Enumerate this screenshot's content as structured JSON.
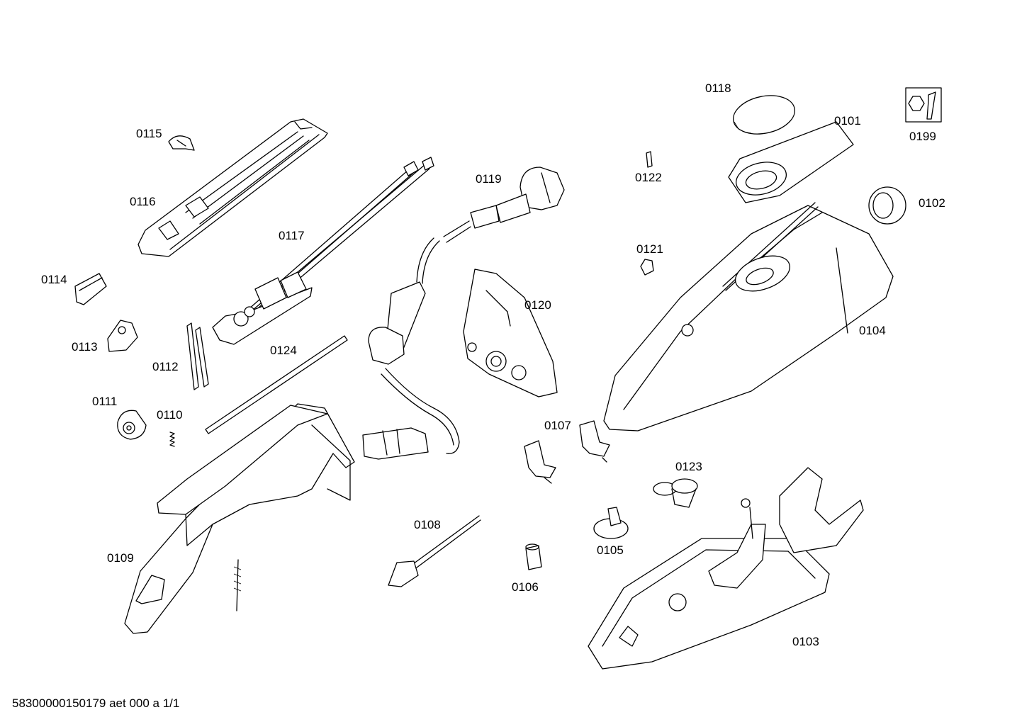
{
  "parts": [
    {
      "id": "p0101",
      "number": "0101"
    },
    {
      "id": "p0102",
      "number": "0102"
    },
    {
      "id": "p0103",
      "number": "0103"
    },
    {
      "id": "p0104",
      "number": "0104"
    },
    {
      "id": "p0105",
      "number": "0105"
    },
    {
      "id": "p0106",
      "number": "0106"
    },
    {
      "id": "p0107",
      "number": "0107"
    },
    {
      "id": "p0108",
      "number": "0108"
    },
    {
      "id": "p0109",
      "number": "0109"
    },
    {
      "id": "p0110",
      "number": "0110"
    },
    {
      "id": "p0111",
      "number": "0111"
    },
    {
      "id": "p0112",
      "number": "0112"
    },
    {
      "id": "p0113",
      "number": "0113"
    },
    {
      "id": "p0114",
      "number": "0114"
    },
    {
      "id": "p0115",
      "number": "0115"
    },
    {
      "id": "p0116",
      "number": "0116"
    },
    {
      "id": "p0117",
      "number": "0117"
    },
    {
      "id": "p0118",
      "number": "0118"
    },
    {
      "id": "p0119",
      "number": "0119"
    },
    {
      "id": "p0120",
      "number": "0120"
    },
    {
      "id": "p0121",
      "number": "0121"
    },
    {
      "id": "p0122",
      "number": "0122"
    },
    {
      "id": "p0123",
      "number": "0123"
    },
    {
      "id": "p0124",
      "number": "0124"
    },
    {
      "id": "p0199",
      "number": "0199"
    }
  ],
  "footer": "58300000150179 aet 000 a 1/1",
  "icons": {
    "service": "wrench-nut-icon"
  },
  "colors": {
    "line": "#000000",
    "background": "#ffffff"
  }
}
